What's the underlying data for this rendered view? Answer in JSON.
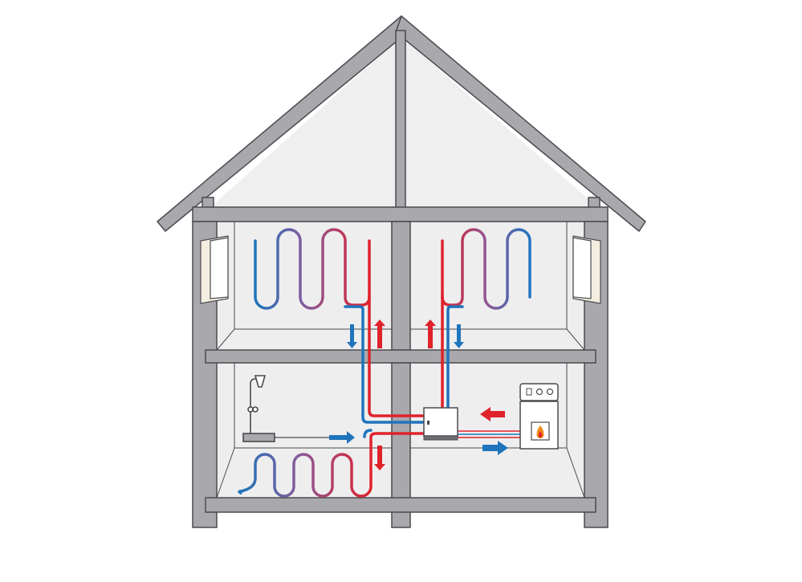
{
  "diagram": {
    "colors": {
      "background": "#ffffff",
      "structure_fill": "#a9a8ac",
      "structure_stroke": "#4a4a4f",
      "room_fill": "#eeeeef",
      "attic_fill": "#efeff0",
      "hot": "#e0222b",
      "cold": "#1f74bb",
      "window_fill": "#f3eee0"
    },
    "icons": {
      "boiler": "boiler-icon",
      "manifold": "distribution-manifold-icon",
      "shower": "shower-icon",
      "flame": "flame-icon",
      "flow_arrow": "flow-arrow-icon"
    },
    "components": [
      "roof",
      "attic",
      "upper-left-room",
      "upper-right-room",
      "bathroom",
      "boiler-room",
      "underfloor-heating-loops",
      "distribution-manifold",
      "boiler"
    ]
  }
}
